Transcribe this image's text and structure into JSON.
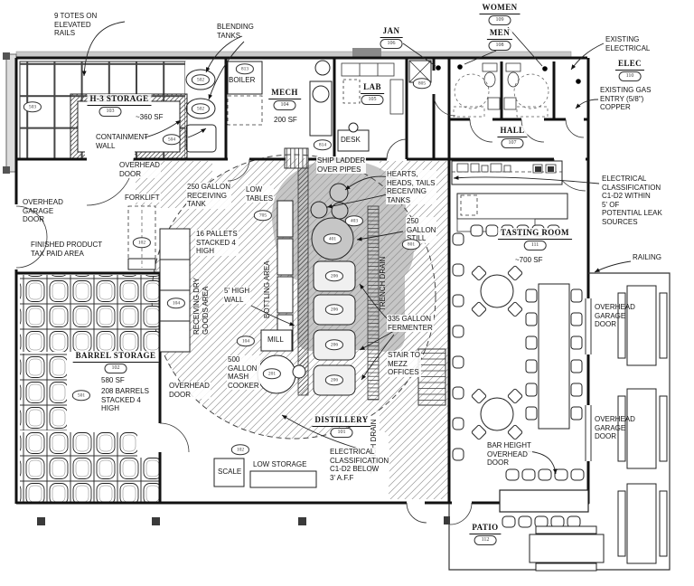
{
  "rooms": {
    "h3_storage": {
      "name": "H-3 STORAGE",
      "tag": "103",
      "area": "~360 SF"
    },
    "mech": {
      "name": "MECH",
      "tag": "104",
      "area": "200 SF"
    },
    "lab": {
      "name": "LAB",
      "tag": "105"
    },
    "jan": {
      "name": "JAN",
      "tag": "106"
    },
    "hall": {
      "name": "HALL",
      "tag": "107"
    },
    "men": {
      "name": "MEN",
      "tag": "108"
    },
    "women": {
      "name": "WOMEN",
      "tag": "109"
    },
    "elec": {
      "name": "ELEC",
      "tag": "110"
    },
    "tasting_room": {
      "name": "TASTING ROOM",
      "tag": "111",
      "area": "~700 SF"
    },
    "patio": {
      "name": "PATIO",
      "tag": "112"
    },
    "barrel_storage": {
      "name": "BARREL STORAGE",
      "tag": "102",
      "area": "580 SF",
      "note": "208 BARRELS\nSTACKED 4\nHIGH"
    },
    "distillery": {
      "name": "DISTILLERY",
      "tag": "101"
    }
  },
  "annotations": {
    "totes": "9 TOTES ON\nELEVATED\nRAILS",
    "blending_tanks": "BLENDING\nTANKS",
    "existing_electrical": "EXISTING\nELECTRICAL",
    "existing_gas": "EXISTING GAS\nENTRY (5/8\")\nCOPPER",
    "containment_wall": "CONTAINMENT\nWALL",
    "overhead_door": "OVERHEAD\nDOOR",
    "overhead_garage_door": "OVERHEAD\nGARAGE\nDOOR",
    "finished_product": "FINISHED PRODUCT\nTAX PAID AREA",
    "forklift": "FORKLIFT",
    "receiving_tank": "250 GALLON\nRECEIVING\nTANK",
    "low_tables": "LOW\nTABLES",
    "ship_ladder": "SHIP LADDER\nOVER PIPES",
    "hearts_heads_tails": "HEARTS,\nHEADS, TAILS\nRECEIVING\nTANKS",
    "still": "250\nGALLON\nSTILL",
    "pallets": "16 PALLETS\nSTACKED 4\nHIGH",
    "receiving_dry_goods": "RECEIVING DRY\nGOODS AREA",
    "high_wall": "5' HIGH\nWALL",
    "bottling_area": "BOTTLING AREA",
    "trench_drain": "TRENCH DRAIN",
    "fermenter": "335 GALLON\nFERMENTER",
    "stair": "STAIR TO\nMEZZ\nOFFICES",
    "mash_cooker": "500\nGALLON\nMASH\nCOOKER",
    "elec_class_below": "ELECTRICAL\nCLASSIFICATION\nC1-D2 BELOW\n3' A.F.F",
    "elec_class_within": "ELECTRICAL\nCLASSIFICATION\nC1-D2 WITHIN\n5' OF\nPOTENTIAL LEAK\nSOURCES",
    "railing": "RAILING",
    "bar_height_door": "BAR HEIGHT\nOVERHEAD\nDOOR",
    "low_storage": "LOW STORAGE"
  },
  "fixtures": {
    "boiler": "BOILER",
    "desk": "DESK",
    "mill": "MILL",
    "scale": "SCALE"
  },
  "equipment_tags": {
    "totes_rack": "503",
    "blending_tank_1": "502",
    "blending_tank_2": "502",
    "containment_tank": "504",
    "boiler": "813",
    "mech_unit": "814",
    "jan_unit": "805",
    "receiving_tanks": "403",
    "still": "401",
    "still_unit": "801",
    "fermenters": [
      "206",
      "206",
      "206",
      "206"
    ],
    "mash_cooker": "201",
    "mill": "104",
    "dry_goods": "104",
    "forklift": "102",
    "scale": "102",
    "low_tables": "705",
    "barrels": "501"
  }
}
